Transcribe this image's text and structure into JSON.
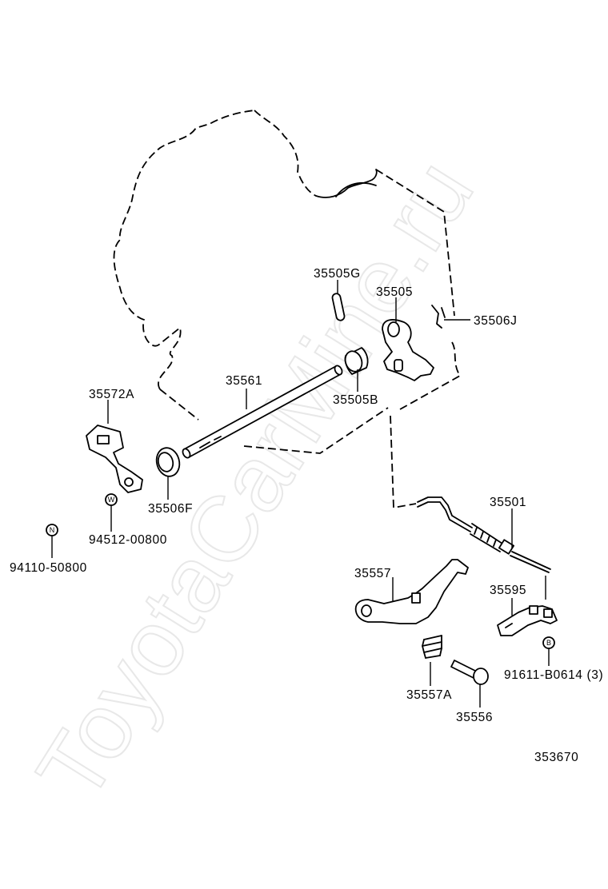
{
  "watermark": "ToyotaCarMine.ru",
  "labels": {
    "p35505G": "35505G",
    "p35505": "35505",
    "p35506J": "35506J",
    "p35561": "35561",
    "p35572A": "35572A",
    "p35505B": "35505B",
    "p35506F": "35506F",
    "p94512": "94512-00800",
    "p94110": "94110-50800",
    "p35501": "35501",
    "p35557": "35557",
    "p35595": "35595",
    "p91611": "91611-B0614",
    "p91611_qty": "(3)",
    "p35557A": "35557A",
    "p35556": "35556"
  },
  "markers": {
    "w": "W",
    "n": "N",
    "b": "B"
  },
  "diagram_ref": "353670"
}
